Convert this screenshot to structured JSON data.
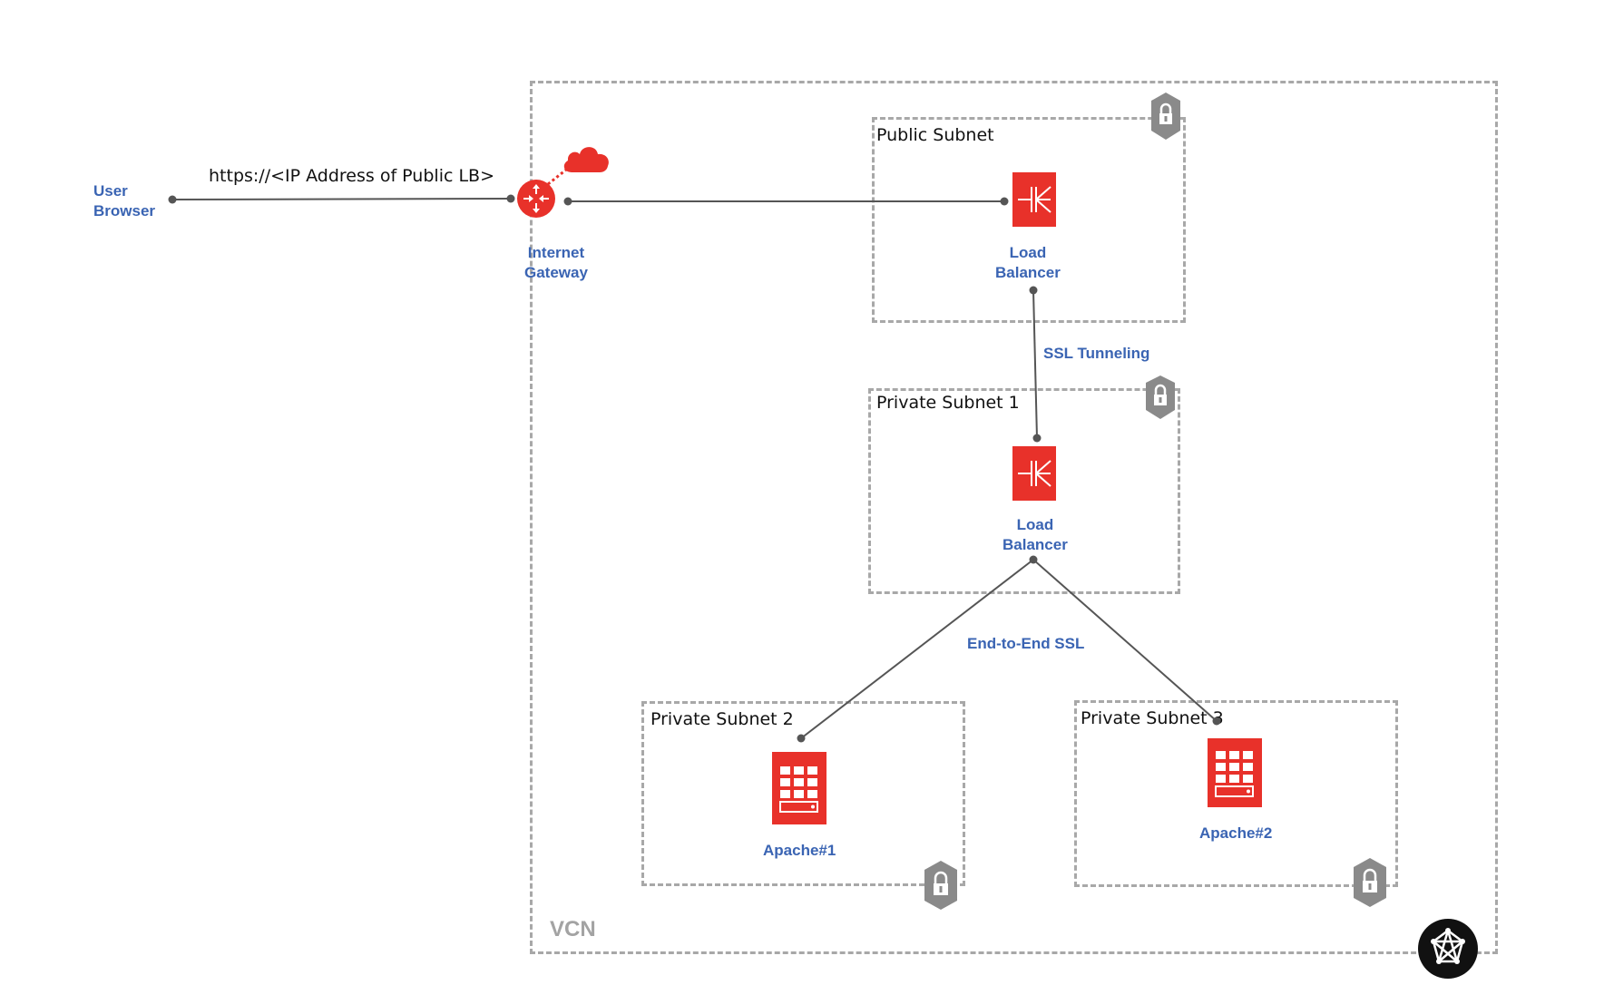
{
  "request_url": "https://<IP Address of Public LB>",
  "user_browser": {
    "line1": "User",
    "line2": "Browser"
  },
  "internet_gateway": {
    "line1": "Internet",
    "line2": "Gateway"
  },
  "vcn_label": "VCN",
  "subnets": {
    "public": "Public Subnet",
    "private1": "Private Subnet 1",
    "private2": "Private Subnet 2",
    "private3": "Private Subnet 3"
  },
  "public_lb": {
    "line1": "Load",
    "line2": "Balancer"
  },
  "private_lb": {
    "line1": "Load",
    "line2": "Balancer"
  },
  "edges": {
    "ssl_tunneling": "SSL Tunneling",
    "end_to_end_ssl": "End-to-End SSL"
  },
  "servers": {
    "apache1": "Apache#1",
    "apache2": "Apache#2"
  },
  "colors": {
    "accent_red": "#e8312a",
    "label_blue": "#3a64b3",
    "border_gray": "#a8a8a8",
    "shield_gray": "#8a8a8a"
  }
}
